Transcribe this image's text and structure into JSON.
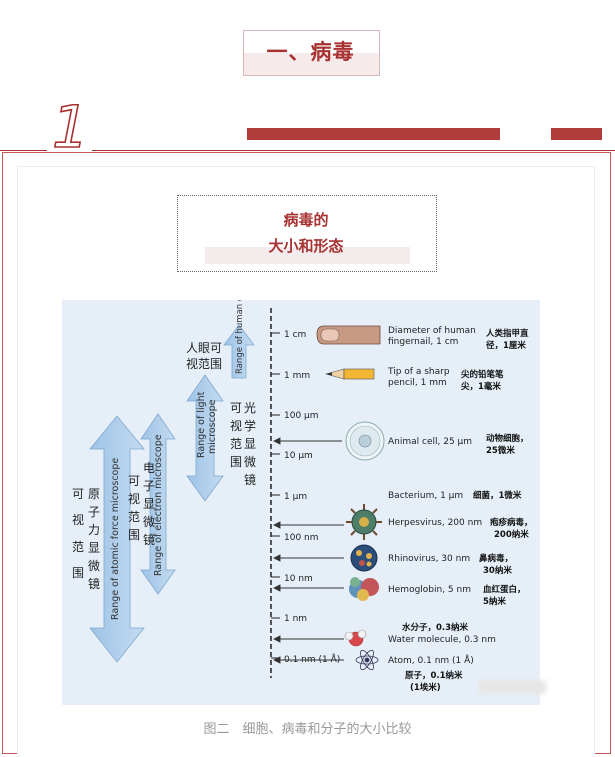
{
  "section": {
    "title": "一、病毒",
    "number": "1"
  },
  "subtitle": {
    "line1": "病毒的",
    "line2": "大小和形态"
  },
  "figure": {
    "scale_labels": [
      "1 cm",
      "1 mm",
      "100 µm",
      "10 µm",
      "1 µm",
      "100 nm",
      "10 nm",
      "1 nm",
      "0.1 nm (1 Å)"
    ],
    "ranges": {
      "human_eye": {
        "en": "Range of human eye",
        "zh": [
          "人眼可",
          "视范围"
        ]
      },
      "light": {
        "en": [
          "Range of light",
          "microscope"
        ],
        "zh": [
          "光",
          "学",
          "显",
          "微",
          "镜"
        ],
        "zh2": [
          "可",
          "视",
          "范",
          "围"
        ]
      },
      "electron": {
        "en": "Range of electron microscope",
        "zh": [
          "电",
          "子",
          "显",
          "微",
          "镜"
        ],
        "zh2": [
          "可",
          "视",
          "范",
          "围"
        ]
      },
      "afm": {
        "en": "Range of atomic force microscope",
        "zh": [
          "原",
          "子",
          "力",
          "显",
          "微",
          "镜"
        ],
        "zh2": [
          "可",
          "视",
          "范",
          "围"
        ]
      }
    },
    "items": [
      {
        "en": [
          "Diameter of human",
          "fingernail, 1 cm"
        ],
        "zh": [
          "人类指甲直",
          "径，1厘米"
        ]
      },
      {
        "en": [
          "Tip of a sharp",
          "pencil, 1 mm"
        ],
        "zh": [
          "尖的铅笔笔",
          "尖，1毫米"
        ]
      },
      {
        "en": [
          "Animal cell, 25 µm"
        ],
        "zh": [
          "动物细胞，",
          "25微米"
        ]
      },
      {
        "en": [
          "Bacterium, 1 µm"
        ],
        "zh": [
          "细菌，1微米"
        ]
      },
      {
        "en": [
          "Herpesvirus, 200 nm"
        ],
        "zh": [
          "疱疹病毒，",
          "200纳米"
        ]
      },
      {
        "en": [
          "Rhinovirus, 30 nm"
        ],
        "zh": [
          "鼻病毒，",
          "30纳米"
        ]
      },
      {
        "en": [
          "Hemoglobin, 5 nm"
        ],
        "zh": [
          "血红蛋白，",
          "5纳米"
        ]
      },
      {
        "en": [
          "Water molecule, 0.3 nm"
        ],
        "zh": [
          "水分子，0.3纳米"
        ]
      },
      {
        "en": [
          "Atom, 0.1 nm (1 Å)"
        ],
        "zh": [
          "原子，0.1纳米",
          "(1埃米)"
        ]
      }
    ],
    "caption": "图二　细胞、病毒和分子的大小比较"
  },
  "colors": {
    "accent": "#a83232",
    "arrow": "#a9cbe8",
    "panel": "#e6eff8"
  }
}
